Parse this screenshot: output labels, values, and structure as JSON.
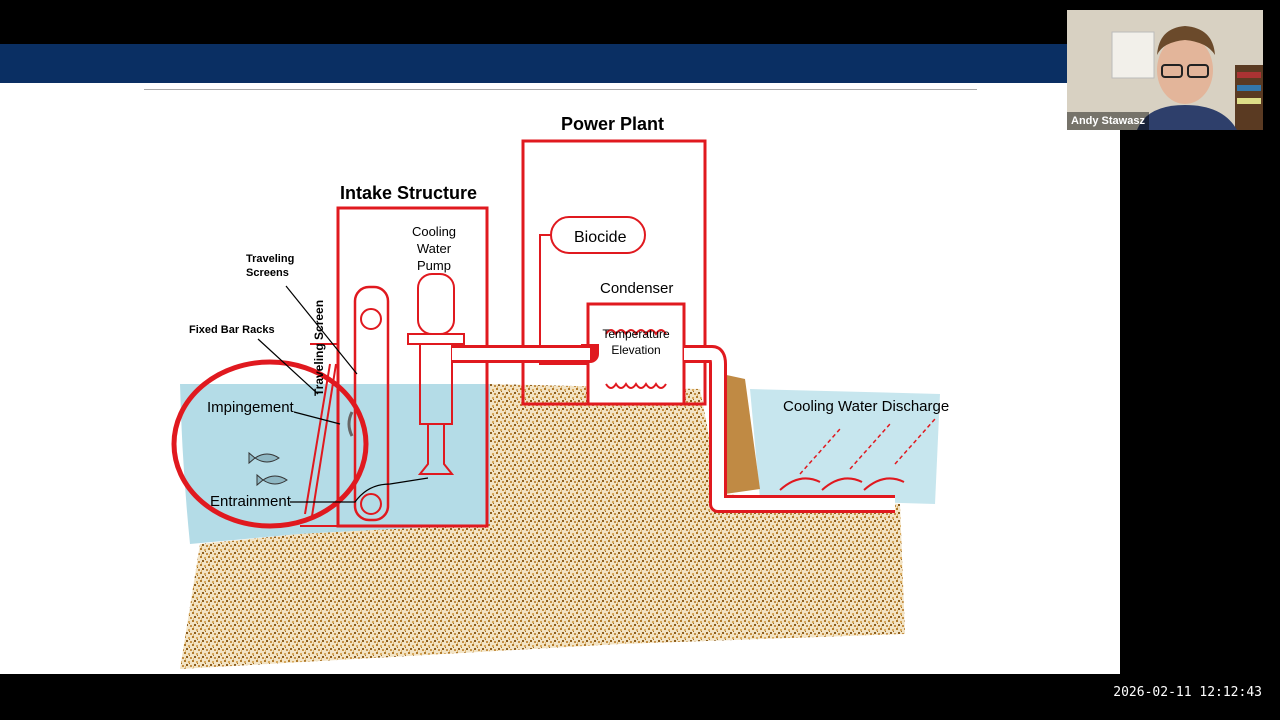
{
  "diagram": {
    "power_plant": "Power Plant",
    "intake_structure": "Intake Structure",
    "cooling_water_pump": "Cooling Water Pump",
    "biocide": "Biocide",
    "condenser": "Condenser",
    "temperature_elevation": "Temperature Elevation",
    "traveling_screens": "Traveling Screens",
    "traveling_screen": "Traveling Screen",
    "fixed_bar_racks": "Fixed Bar Racks",
    "impingement": "Impingement",
    "entrainment": "Entrainment",
    "cooling_water_discharge": "Cooling Water Discharge"
  },
  "video": {
    "participant_name": "Andy Stawasz"
  },
  "timestamp": "2026-02-11 12:12:43",
  "colors": {
    "banner": "#0a2f63",
    "structure_red": "#e0191f",
    "water": "#a7d6e3",
    "sediment": "#c89a4e"
  }
}
